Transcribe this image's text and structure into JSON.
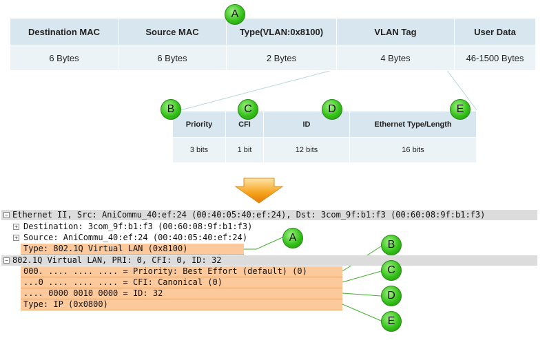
{
  "frame": {
    "headers": [
      "Destination  MAC",
      "Source MAC",
      "Type(VLAN:0x8100)",
      "VLAN Tag",
      "User Data"
    ],
    "values": [
      "6 Bytes",
      "6 Bytes",
      "2 Bytes",
      "4 Bytes",
      "46-1500 Bytes"
    ]
  },
  "vlan_tag": {
    "headers": [
      "Priority",
      "CFI",
      "ID",
      "Ethernet Type/Length"
    ],
    "values": [
      "3 bits",
      "1 bit",
      "12 bits",
      "16 bits"
    ]
  },
  "badges": {
    "a": "A",
    "b": "B",
    "c": "C",
    "d": "D",
    "e": "E"
  },
  "colors": {
    "header_bg": "#d8e7ef",
    "value_bg": "#ecf3f6",
    "badge_green": "#35c21a",
    "highlight_orange": "#fbc99c",
    "arrow_orange": "#f7a21b"
  },
  "icons": {
    "down_arrow": "down-arrow-icon",
    "expander_plus": "expand-plus-icon",
    "expander_minus": "collapse-minus-icon"
  },
  "capture": {
    "ethernet": "Ethernet II, Src: AniCommu_40:ef:24 (00:40:05:40:ef:24), Dst: 3com_9f:b1:f3 (00:60:08:9f:b1:f3)",
    "destination": "Destination: 3com_9f:b1:f3 (00:60:08:9f:b1:f3)",
    "source": "Source: AniCommu_40:ef:24 (00:40:05:40:ef:24)",
    "type": "Type: 802.1Q Virtual LAN (0x8100)",
    "vlan": "802.1Q Virtual LAN, PRI: 0, CFI: 0, ID: 32",
    "priority": "000. .... .... .... = Priority: Best Effort (default) (0)",
    "cfi": "...0 .... .... .... = CFI: Canonical (0)",
    "id": ".... 0000 0010 0000 = ID: 32",
    "ethertype": "Type: IP (0x0800)"
  }
}
